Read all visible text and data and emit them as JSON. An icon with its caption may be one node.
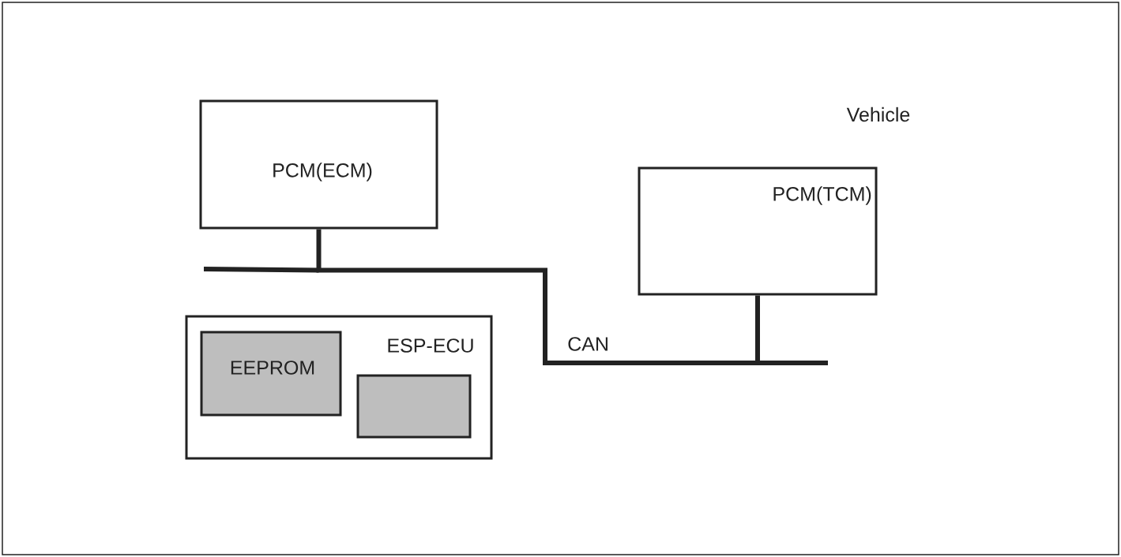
{
  "diagram": {
    "nodes": [
      {
        "text": [
          "Vehicle"
        ]
      },
      {
        "text": [
          "PCM(ECM)"
        ],
        "in": 0
      },
      {
        "text": [
          "PCM(TCM)"
        ],
        "in": 0
      },
      {
        "text": [
          "ESP-ECU"
        ],
        "in": 0
      },
      {
        "text": [
          "EEPROM"
        ],
        "in": 3
      },
      {
        "text": [],
        "shape": "box",
        "in": 3
      }
    ],
    "edges": [
      {
        "from": 1,
        "to": 2,
        "arrow": "none",
        "label": "CAN"
      }
    ]
  }
}
